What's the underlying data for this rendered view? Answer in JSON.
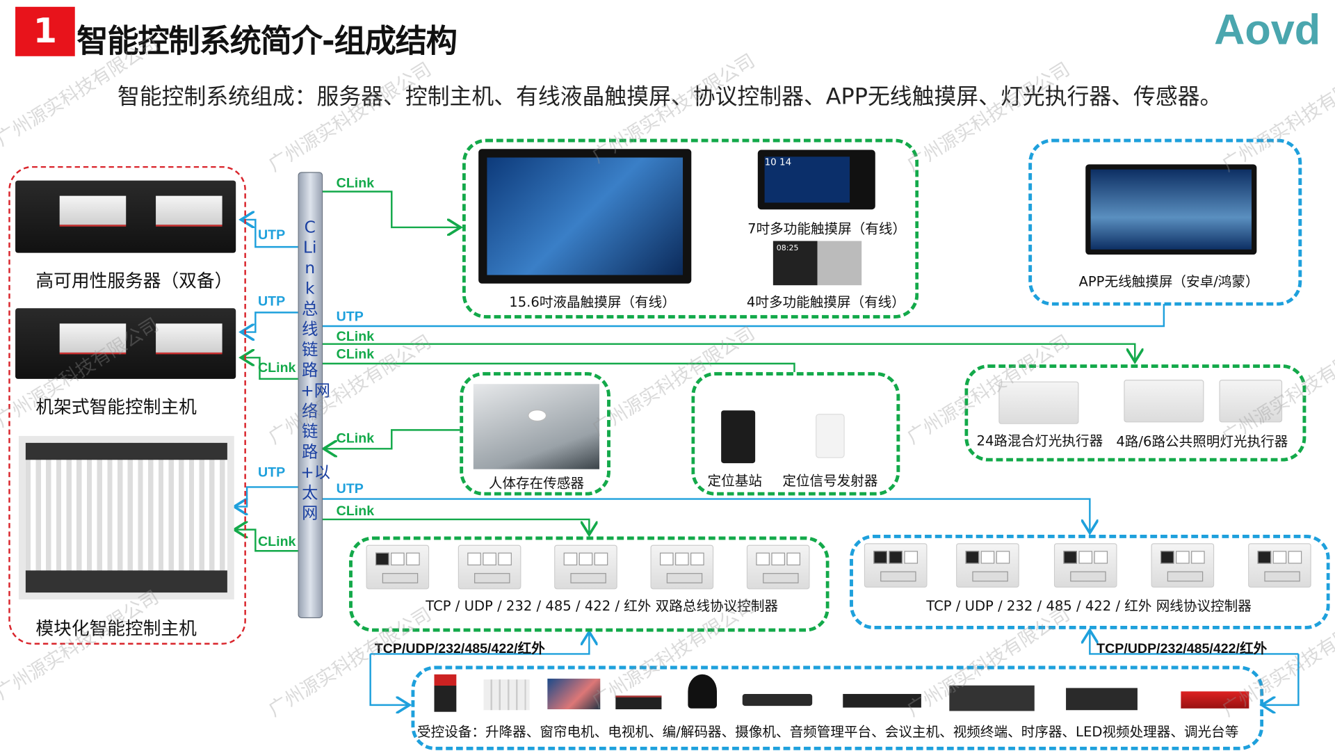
{
  "header": {
    "number": "1",
    "title": "智能控制系统简介-组成结构",
    "logo": "Aovd"
  },
  "subtitle": "智能控制系统组成：服务器、控制主机、有线液晶触摸屏、协议控制器、APP无线触摸屏、灯光执行器、传感器。",
  "left_group": {
    "server_label": "高可用性服务器（双备）",
    "rack_host_label": "机架式智能控制主机",
    "module_host_label": "模块化智能控制主机"
  },
  "bus_text": "CLink总线链路+网络链路+以太网",
  "touch_panels": {
    "panel_15": "15.6吋液晶触摸屏（有线）",
    "panel_7": "7吋多功能触摸屏（有线）",
    "panel_4": "4吋多功能触摸屏（有线）",
    "panel_4_time": "08:25",
    "panel_7_time": "10 14"
  },
  "app_panel": "APP无线触摸屏（安卓/鸿蒙）",
  "sensor": "人体存在传感器",
  "positioning": {
    "base": "定位基站",
    "emitter": "定位信号发射器"
  },
  "lighting": {
    "mixed": "24路混合灯光执行器",
    "public": "4路/6路公共照明灯光执行器"
  },
  "protocol": {
    "dual_bus": "TCP / UDP / 232 / 485 / 422 / 红外  双路总线协议控制器",
    "network": "TCP / UDP / 232 / 485 / 422 / 红外  网线协议控制器"
  },
  "links": {
    "utp": "UTP",
    "clink": "CLink",
    "protocols": "TCP/UDP/232/485/422/红外"
  },
  "controlled": "受控设备：升降器、窗帘电机、电视机、编/解码器、摄像机、音频管理平台、会议主机、视频终端、时序器、LED视频处理器、调光台等",
  "watermark": "广州源实科技有限公司",
  "colors": {
    "green": "#13a94a",
    "blue": "#1ea0dc",
    "red": "#e8131b",
    "logo": "#4aa6ae"
  }
}
